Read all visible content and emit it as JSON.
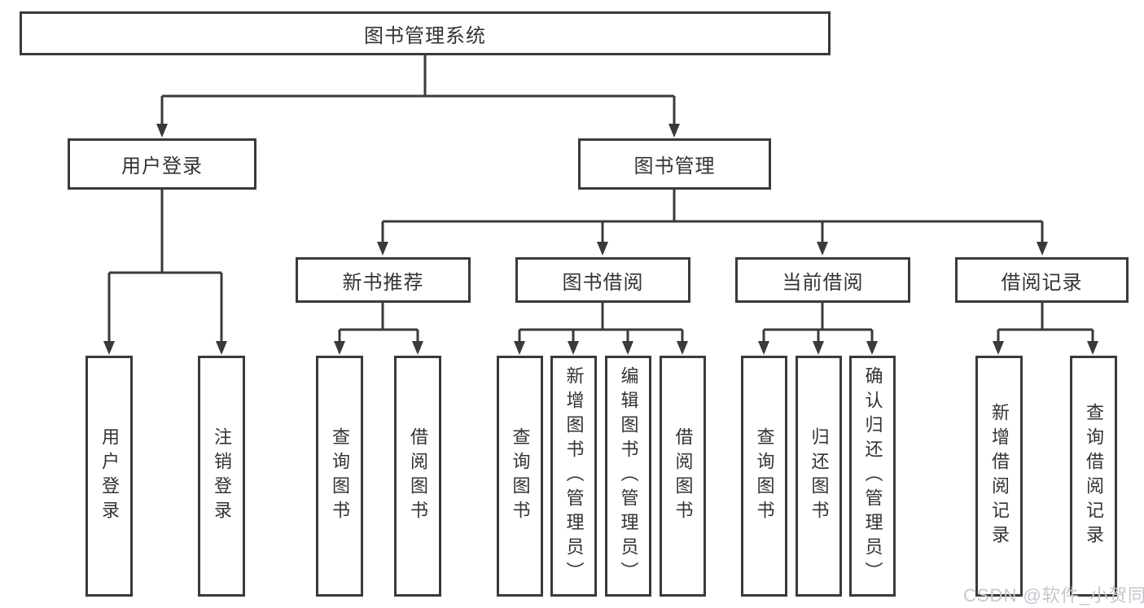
{
  "diagram": {
    "type": "hierarchy-tree",
    "root": {
      "label": "图书管理系统"
    },
    "level2": {
      "user_login": {
        "label": "用户登录"
      },
      "book_mgmt": {
        "label": "图书管理"
      }
    },
    "level3": {
      "new_book_rec": {
        "label": "新书推荐"
      },
      "book_borrow": {
        "label": "图书借阅"
      },
      "current_borrow": {
        "label": "当前借阅"
      },
      "borrow_records": {
        "label": "借阅记录"
      }
    },
    "leaves": {
      "user_login": {
        "label": "用户登录",
        "parent": "用户登录"
      },
      "logout": {
        "label": "注销登录",
        "parent": "用户登录"
      },
      "nbr_query_books": {
        "label": "查询图书",
        "parent": "新书推荐"
      },
      "nbr_borrow_books": {
        "label": "借阅图书",
        "parent": "新书推荐"
      },
      "bb_query_books": {
        "label": "查询图书",
        "parent": "图书借阅"
      },
      "bb_add_books_admin": {
        "label": "新增图书（管理员）",
        "parent": "图书借阅"
      },
      "bb_edit_books_admin": {
        "label": "编辑图书（管理员）",
        "parent": "图书借阅"
      },
      "bb_borrow_books": {
        "label": "借阅图书",
        "parent": "图书借阅"
      },
      "cb_query_books": {
        "label": "查询图书",
        "parent": "当前借阅"
      },
      "cb_return_books": {
        "label": "归还图书",
        "parent": "当前借阅"
      },
      "cb_confirm_return_admin": {
        "label": "确认归还（管理员）",
        "parent": "当前借阅"
      },
      "br_add_record": {
        "label": "新增借阅记录",
        "parent": "借阅记录"
      },
      "br_query_record": {
        "label": "查询借阅记录",
        "parent": "借阅记录"
      }
    }
  },
  "watermark": {
    "text": "CSDN @软件_小贺同学",
    "color": "#c8c4ce"
  },
  "colors": {
    "line": "#3a3a3a",
    "box_border": "#3a3a3a",
    "box_background": "#ffffff",
    "text": "#333333",
    "page_background": "#ffffff"
  }
}
